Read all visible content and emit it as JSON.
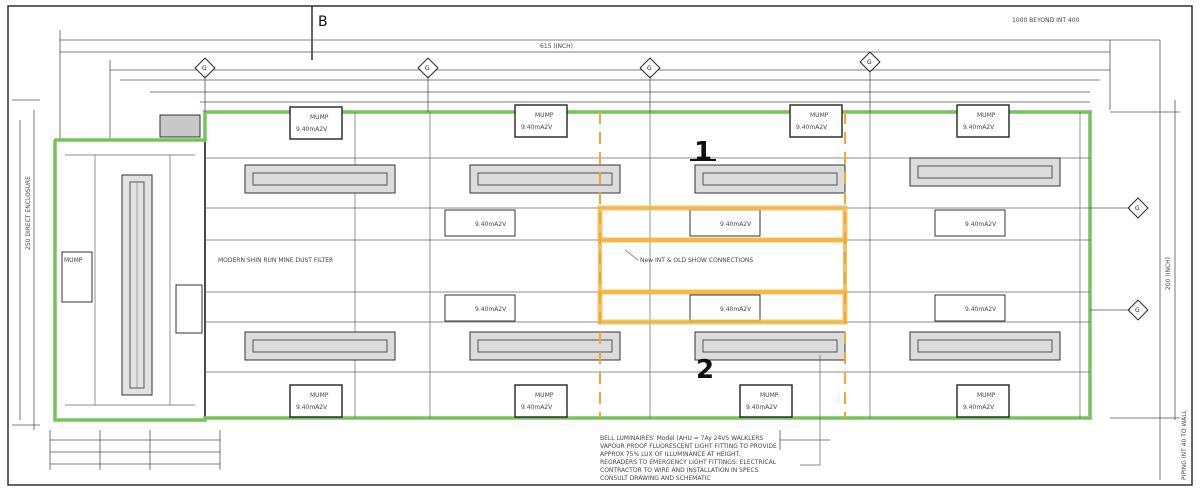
{
  "drawing": {
    "grid_letter": "B",
    "top_right_note": "1000 BEYOND INT 400",
    "overall_dimension": "615 (INCH)",
    "right_dimension": "200 (INCH)",
    "left_side_label": "250 DIRECT ENCLOSURE",
    "right_side_label": "PIPING INT 40 TO WALL",
    "inner_label": "MODERN SHIN RUN MINE DUST FILTER",
    "callout_label": "New INT & OLD SHOW CONNECTIONS",
    "fixture_code": "9.40mA2V",
    "box_code": "MUMP",
    "grid_marker": "G",
    "note_text": [
      "BELL LUMINAIRES' Model (AHU = 7Ay 24VS WALKLERS",
      "VAPOUR PROOF FLUORESCENT LIGHT FITTING TO PROVIDE",
      "APPROX 75% LUX OF ILLUMINANCE AT HEIGHT.",
      "REGRADERS TO EMERGENCY LIGHT FITTINGS: ELECTRICAL",
      "CONTRACTOR TO WIRE AND INSTALLATION IN SPECS",
      "CONSULT DRAWING AND SCHEMATIC"
    ],
    "annotation_1": "1",
    "annotation_2": "2",
    "colors": {
      "perimeter_highlight": "#7ccf63",
      "zone_highlight": "#f2b845",
      "dash_highlight": "#f0a830"
    }
  }
}
